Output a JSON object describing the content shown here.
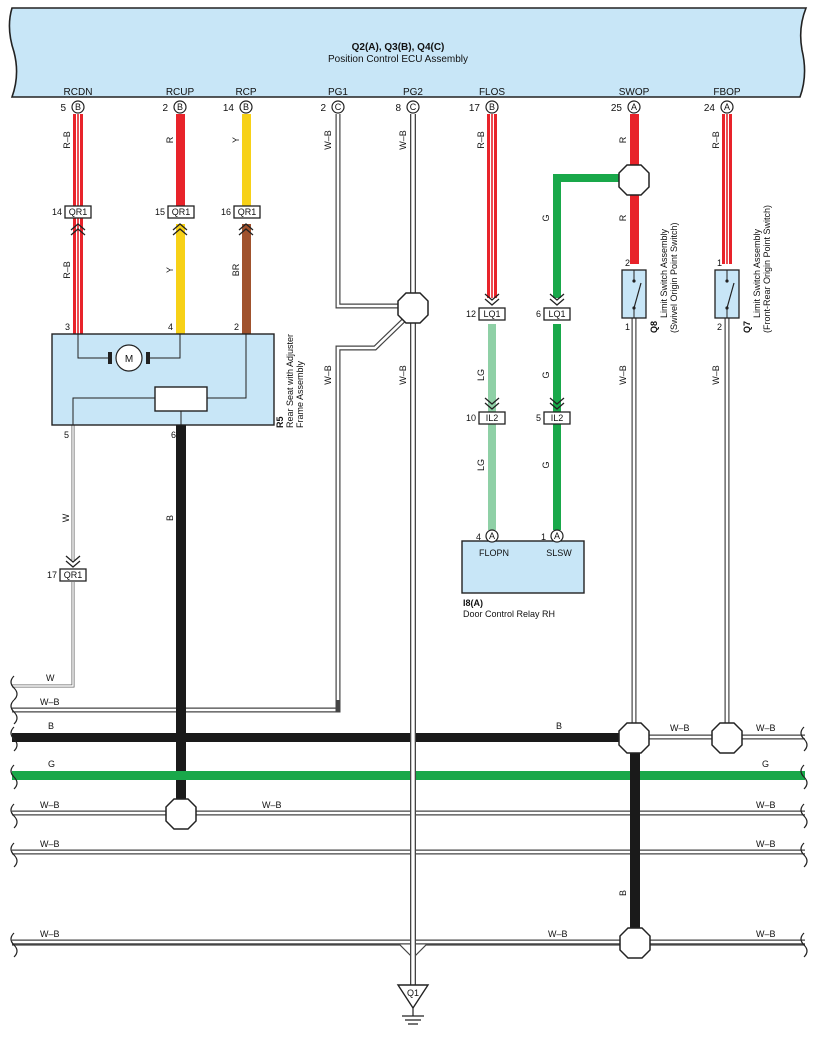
{
  "ecu": {
    "id": "Q2(A), Q3(B), Q4(C)",
    "name": "Position Control ECU Assembly"
  },
  "ecu_pins": [
    {
      "label": "RCDN",
      "pin": "5",
      "conn": "B",
      "wire": "R–B"
    },
    {
      "label": "RCUP",
      "pin": "2",
      "conn": "B",
      "wire": "R"
    },
    {
      "label": "RCP",
      "pin": "14",
      "conn": "B",
      "wire": "Y"
    },
    {
      "label": "PG1",
      "pin": "2",
      "conn": "C",
      "wire": "W–B"
    },
    {
      "label": "PG2",
      "pin": "8",
      "conn": "C",
      "wire": "W–B"
    },
    {
      "label": "FLOS",
      "pin": "17",
      "conn": "B",
      "wire": "R–B"
    },
    {
      "label": "SWOP",
      "pin": "25",
      "conn": "A",
      "wire": "R"
    },
    {
      "label": "FBOP",
      "pin": "24",
      "conn": "A",
      "wire": "R–B"
    }
  ],
  "connectors": [
    {
      "pin": "14",
      "name": "QR1",
      "wire_below": "R–B"
    },
    {
      "pin": "15",
      "name": "QR1",
      "wire_below": "Y"
    },
    {
      "pin": "16",
      "name": "QR1",
      "wire_below": "BR"
    },
    {
      "pin": "12",
      "name": "LQ1",
      "wire_below": "LG"
    },
    {
      "pin": "6",
      "name": "LQ1",
      "wire_below": "G"
    },
    {
      "pin": "10",
      "name": "IL2",
      "wire_below": "LG"
    },
    {
      "pin": "5",
      "name": "IL2",
      "wire_below": "G"
    },
    {
      "pin": "17",
      "name": "QR1",
      "wire_below": ""
    }
  ],
  "misc_wire_labels": {
    "g_upper": "G",
    "r_upper": "R",
    "wb_pg1_lower": "W–B",
    "wb_pg2_lower": "W–B",
    "w_r5": "W",
    "b_r5": "B",
    "wb_q8": "W–B",
    "wb_q7": "W–B",
    "b_swop_down": "B"
  },
  "rear_seat": {
    "id": "R5",
    "name_line1": "Rear Seat with Adjuster",
    "name_line2": "Frame Assembly",
    "pins_top": [
      "3",
      "4",
      "2"
    ],
    "pins_bottom": [
      "5",
      "6"
    ],
    "motor_label": "M"
  },
  "relay": {
    "id": "I8(A)",
    "name": "Door Control Relay RH",
    "pins": [
      {
        "pin": "4",
        "conn": "A",
        "label": "FLOPN"
      },
      {
        "pin": "1",
        "conn": "A",
        "label": "SLSW"
      }
    ]
  },
  "switch_q8": {
    "id": "Q8",
    "name_line1": "Limit Switch Assembly",
    "name_line2": "(Swivel Origin Point Switch)",
    "pin_top": "2",
    "pin_bottom": "1"
  },
  "switch_q7": {
    "id": "Q7",
    "name_line1": "Limit Switch Assembly",
    "name_line2": "(Front-Rear Origin Point Switch)",
    "pin_top": "1",
    "pin_bottom": "2"
  },
  "bus_labels": {
    "w": "W",
    "wb1": "W–B",
    "b_left": "B",
    "b_mid": "B",
    "b_right_wb1": "W–B",
    "b_right_wb2": "W–B",
    "g_left": "G",
    "g_right": "G",
    "wb3_left": "W–B",
    "wb3_mid": "W–B",
    "wb3_right": "W–B",
    "wb4_left": "W–B",
    "wb4_right": "W–B",
    "wb5_left": "W–B",
    "wb5_mid": "W–B",
    "wb5_right": "W–B"
  },
  "ground": {
    "id": "Q1"
  },
  "colors": {
    "ecu_fill": "#c8e6f7",
    "red": "#e8232a",
    "yellow": "#f7d117",
    "brown": "#a0522d",
    "green": "#19a84a",
    "light_green": "#8fd0a6",
    "black": "#1a1a1a",
    "grey": "#777777"
  }
}
